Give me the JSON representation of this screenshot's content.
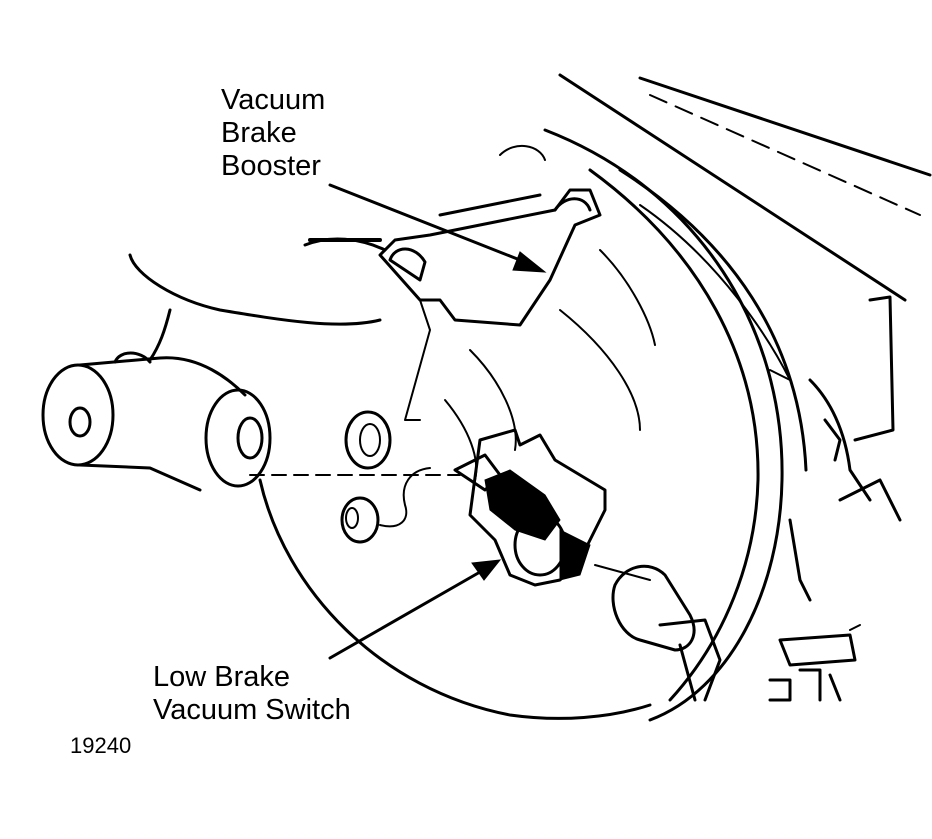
{
  "labels": {
    "booster": [
      "Vacuum",
      "Brake",
      "Booster"
    ],
    "switch": [
      "Low Brake",
      "Vacuum Switch"
    ]
  },
  "figure_number": "19240",
  "colors": {
    "ink": "#000000",
    "paper": "#ffffff"
  }
}
